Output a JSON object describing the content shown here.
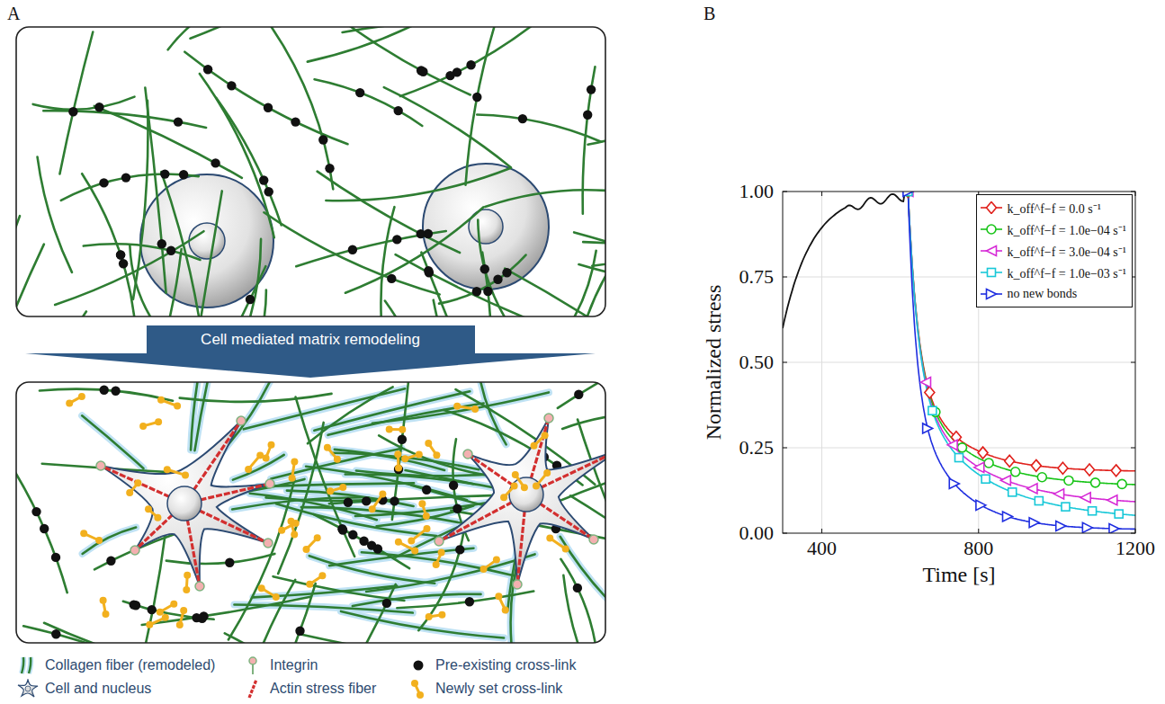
{
  "diagram": {
    "nodes": [
      {
        "text": [
          "Cell mediated matrix remodeling"
        ]
      }
    ],
    "labels": [
      "A",
      "B",
      "1.00",
      "0.75",
      "0.50",
      "0.25",
      "0.00",
      "400",
      "800",
      "1200",
      "Normalized stress",
      "Time [s]"
    ],
    "legend": [
      {
        "text": "Collagen fiber (remodeled)"
      },
      {
        "text": "Cell and nucleus"
      },
      {
        "text": "Integrin"
      },
      {
        "text": "Actin stress fiber"
      },
      {
        "text": "Pre-existing cross-link"
      },
      {
        "text": "Newly set cross-link"
      },
      {
        "text": "k_off^f−f = 0.0 s⁻¹"
      },
      {
        "text": "k_off^f−f = 1.0e−04 s⁻¹"
      },
      {
        "text": "k_off^f−f = 3.0e−04 s⁻¹"
      },
      {
        "text": "k_off^f−f = 1.0e−03 s⁻¹"
      },
      {
        "text": "no new bonds"
      }
    ]
  }
}
